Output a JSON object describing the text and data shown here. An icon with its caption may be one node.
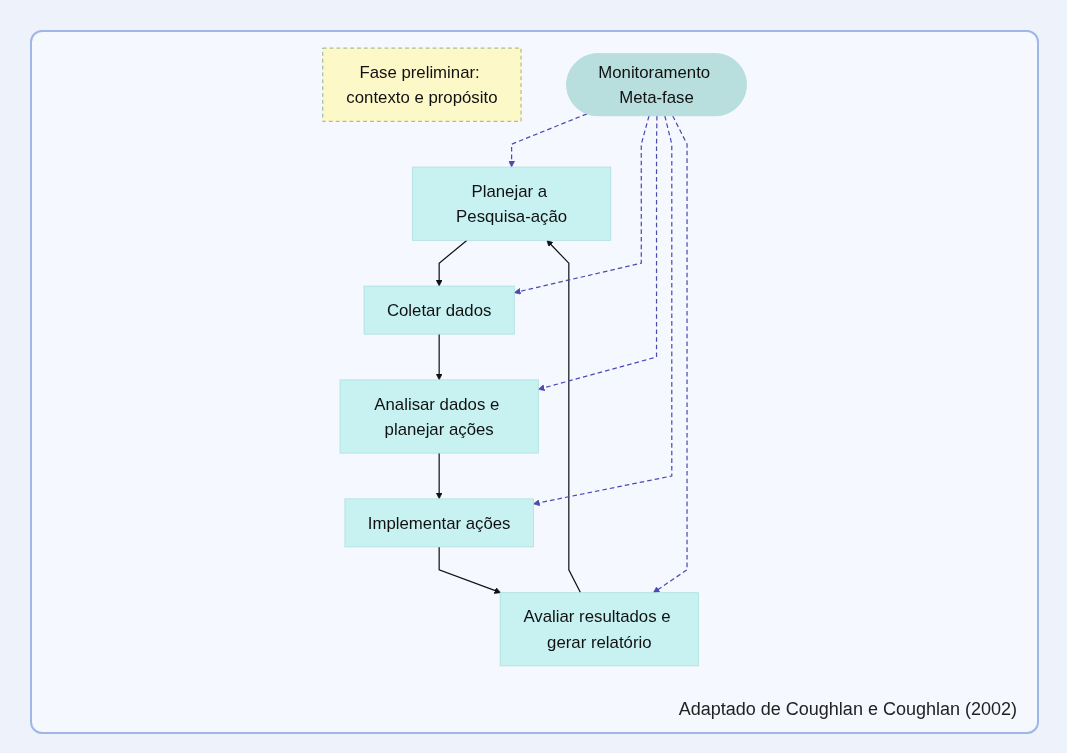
{
  "diagram": {
    "nodes": [
      {
        "text": [
          "Fase preliminar: contexto e propósito"
        ]
      },
      {
        "text": [
          "Planejar a Pesquisa-ação"
        ]
      },
      {
        "text": [
          "Coletar dados"
        ]
      },
      {
        "text": [
          "Analisar dados e planejar ações"
        ]
      },
      {
        "text": [
          "Implementar ações"
        ]
      },
      {
        "text": [
          "Avaliar resultados e gerar relatório"
        ]
      },
      {
        "text": [
          "Monitoramento Meta-fase"
        ]
      }
    ],
    "edges": [
      {
        "from": 1,
        "to": 2,
        "arrow": "to"
      },
      {
        "from": 2,
        "to": 3,
        "arrow": "to"
      },
      {
        "from": 3,
        "to": 4,
        "arrow": "to"
      },
      {
        "from": 4,
        "to": 5,
        "arrow": "to"
      },
      {
        "from": 5,
        "to": 1,
        "arrow": "to"
      },
      {
        "from": 6,
        "to": 1,
        "arrow": "to",
        "style": "dashed",
        "color": "#4b4bb0"
      },
      {
        "from": 6,
        "to": 2,
        "arrow": "to",
        "style": "dashed",
        "color": "#4b4bb0"
      },
      {
        "from": 6,
        "to": 3,
        "arrow": "to",
        "style": "dashed",
        "color": "#4b4bb0"
      },
      {
        "from": 6,
        "to": 4,
        "arrow": "to",
        "style": "dashed",
        "color": "#4b4bb0"
      },
      {
        "from": 6,
        "to": 5,
        "arrow": "to",
        "style": "dashed",
        "color": "#4b4bb0"
      }
    ],
    "labels": [
      "Adaptado de Coughlan e Coughlan (2002)"
    ]
  }
}
